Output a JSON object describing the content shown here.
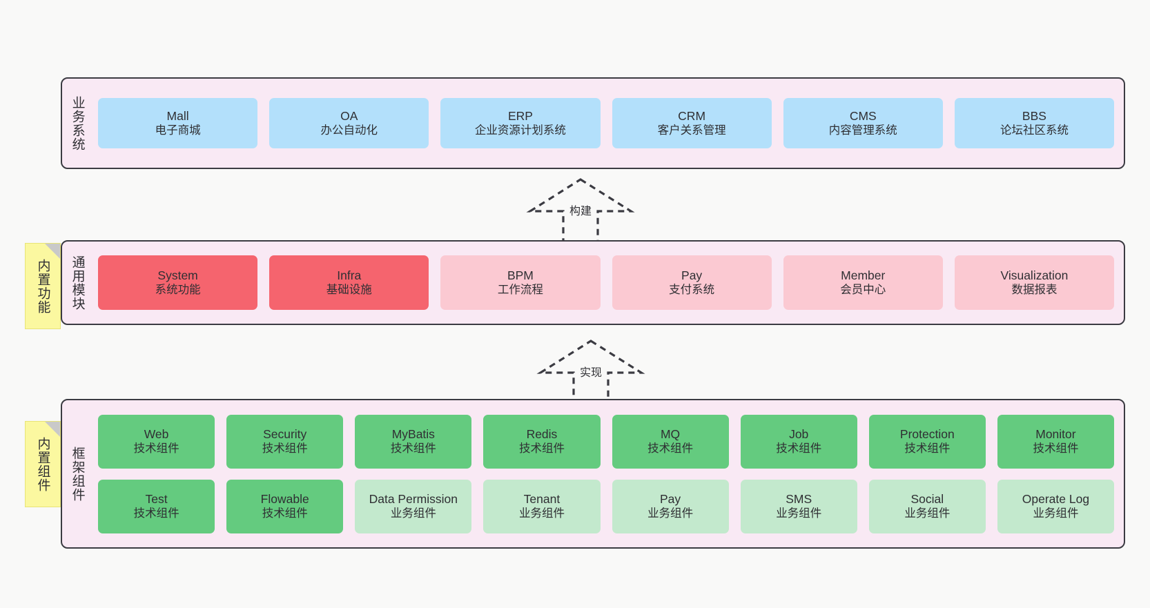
{
  "diagram": {
    "title": "",
    "background": "#f9f9f8",
    "colors": {
      "panel": "#f9e9f4",
      "panel_border": "#3b3b42",
      "blue": "#b3e0fb",
      "red": "#f5646e",
      "pink": "#fbc9d2",
      "green": "#64cb7f",
      "light_green": "#c3e9cd",
      "note_yellow": "#fbf8a0",
      "note_fold": "#c9c9c9"
    }
  },
  "notes": [
    {
      "label": "内置功能"
    },
    {
      "label": "内置组件"
    }
  ],
  "connectors": [
    {
      "label": "构建",
      "style": "dashed-hollow-arrow",
      "direction": "up"
    },
    {
      "label": "实现",
      "style": "dashed-hollow-arrow",
      "direction": "up"
    }
  ],
  "layers": [
    {
      "id": "business",
      "label": "业务系统",
      "rows": [
        {
          "nodes": [
            {
              "en": "Mall",
              "cn": "电子商城",
              "color": "blue"
            },
            {
              "en": "OA",
              "cn": "办公自动化",
              "color": "blue"
            },
            {
              "en": "ERP",
              "cn": "企业资源计划系统",
              "color": "blue"
            },
            {
              "en": "CRM",
              "cn": "客户关系管理",
              "color": "blue"
            },
            {
              "en": "CMS",
              "cn": "内容管理系统",
              "color": "blue"
            },
            {
              "en": "BBS",
              "cn": "论坛社区系统",
              "color": "blue"
            }
          ]
        }
      ]
    },
    {
      "id": "modules",
      "label": "通用模块",
      "rows": [
        {
          "nodes": [
            {
              "en": "System",
              "cn": "系统功能",
              "color": "red"
            },
            {
              "en": "Infra",
              "cn": "基础设施",
              "color": "red"
            },
            {
              "en": "BPM",
              "cn": "工作流程",
              "color": "pink"
            },
            {
              "en": "Pay",
              "cn": "支付系统",
              "color": "pink"
            },
            {
              "en": "Member",
              "cn": "会员中心",
              "color": "pink"
            },
            {
              "en": "Visualization",
              "cn": "数据报表",
              "color": "pink"
            }
          ]
        }
      ]
    },
    {
      "id": "framework",
      "label": "框架组件",
      "rows": [
        {
          "nodes": [
            {
              "en": "Web",
              "cn": "技术组件",
              "color": "green"
            },
            {
              "en": "Security",
              "cn": "技术组件",
              "color": "green"
            },
            {
              "en": "MyBatis",
              "cn": "技术组件",
              "color": "green"
            },
            {
              "en": "Redis",
              "cn": "技术组件",
              "color": "green"
            },
            {
              "en": "MQ",
              "cn": "技术组件",
              "color": "green"
            },
            {
              "en": "Job",
              "cn": "技术组件",
              "color": "green"
            },
            {
              "en": "Protection",
              "cn": "技术组件",
              "color": "green"
            },
            {
              "en": "Monitor",
              "cn": "技术组件",
              "color": "green"
            }
          ]
        },
        {
          "nodes": [
            {
              "en": "Test",
              "cn": "技术组件",
              "color": "green"
            },
            {
              "en": "Flowable",
              "cn": "技术组件",
              "color": "green"
            },
            {
              "en": "Data Permission",
              "cn": "业务组件",
              "color": "lightgreen"
            },
            {
              "en": "Tenant",
              "cn": "业务组件",
              "color": "lightgreen"
            },
            {
              "en": "Pay",
              "cn": "业务组件",
              "color": "lightgreen"
            },
            {
              "en": "SMS",
              "cn": "业务组件",
              "color": "lightgreen"
            },
            {
              "en": "Social",
              "cn": "业务组件",
              "color": "lightgreen"
            },
            {
              "en": "Operate Log",
              "cn": "业务组件",
              "color": "lightgreen"
            }
          ]
        }
      ]
    }
  ]
}
